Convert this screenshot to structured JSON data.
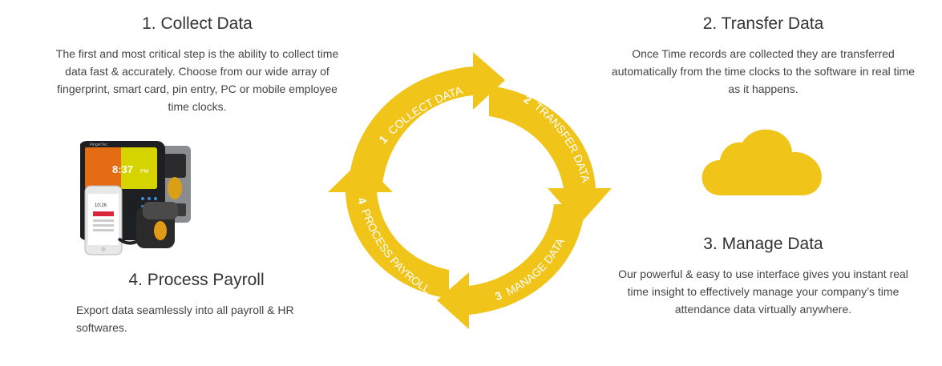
{
  "steps": {
    "collect": {
      "title": "1. Collect Data",
      "text": "The first and most critical step is the ability to collect time data fast & accurately. Choose from our wide array of fingerprint, smart card, pin entry, PC or mobile employee time clocks."
    },
    "transfer": {
      "title": "2. Transfer Data",
      "text": "Once Time records are collected they are transferred automatically from the time clocks to the software in real time as it happens."
    },
    "manage": {
      "title": "3. Manage Data",
      "text": "Our powerful & easy to use interface gives you instant real time insight to effectively manage your company’s time attendance data virtually anywhere."
    },
    "payroll": {
      "title": "4. Process Payroll",
      "text": "Export data seamlessly into all payroll & HR softwares."
    }
  },
  "cycle": {
    "arrows": [
      {
        "num": "1",
        "label": "COLLECT DATA"
      },
      {
        "num": "2",
        "label": "TRANSFER DATA"
      },
      {
        "num": "3",
        "label": "MANAGE DATA"
      },
      {
        "num": "4",
        "label": "PROCESS PAYROLL"
      }
    ]
  },
  "devices": {
    "clock_time": "8:37",
    "clock_ampm": "PM",
    "phone_time": "10:26",
    "brand": "FingerTec"
  },
  "colors": {
    "accent": "#f0c419",
    "text": "#444444"
  },
  "icons": [
    "cloud-icon",
    "time-clock-devices-image"
  ]
}
